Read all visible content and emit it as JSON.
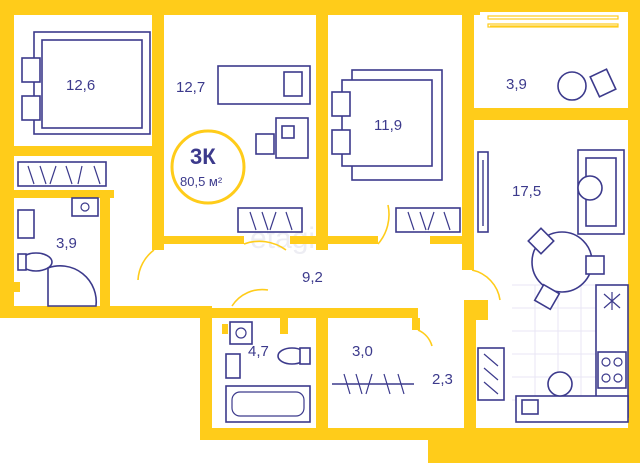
{
  "apartment": {
    "type_code": "3К",
    "total_area": "80,5 м²"
  },
  "rooms": [
    {
      "id": "bedroom-1",
      "area": "12,6"
    },
    {
      "id": "bedroom-2",
      "area": "12,7"
    },
    {
      "id": "bedroom-3",
      "area": "11,9"
    },
    {
      "id": "balcony",
      "area": "3,9"
    },
    {
      "id": "kitchen-living",
      "area": "17,5"
    },
    {
      "id": "bathroom-1",
      "area": "3,9"
    },
    {
      "id": "hallway",
      "area": "9,2"
    },
    {
      "id": "bathroom-2",
      "area": "4,7"
    },
    {
      "id": "wardrobe",
      "area": "3,0"
    },
    {
      "id": "entrance",
      "area": "2,3"
    }
  ],
  "watermark": "etagi",
  "colors": {
    "wall": "#FFCC1A",
    "furniture": "#3C3A8C",
    "background": "#FFFFFF"
  }
}
